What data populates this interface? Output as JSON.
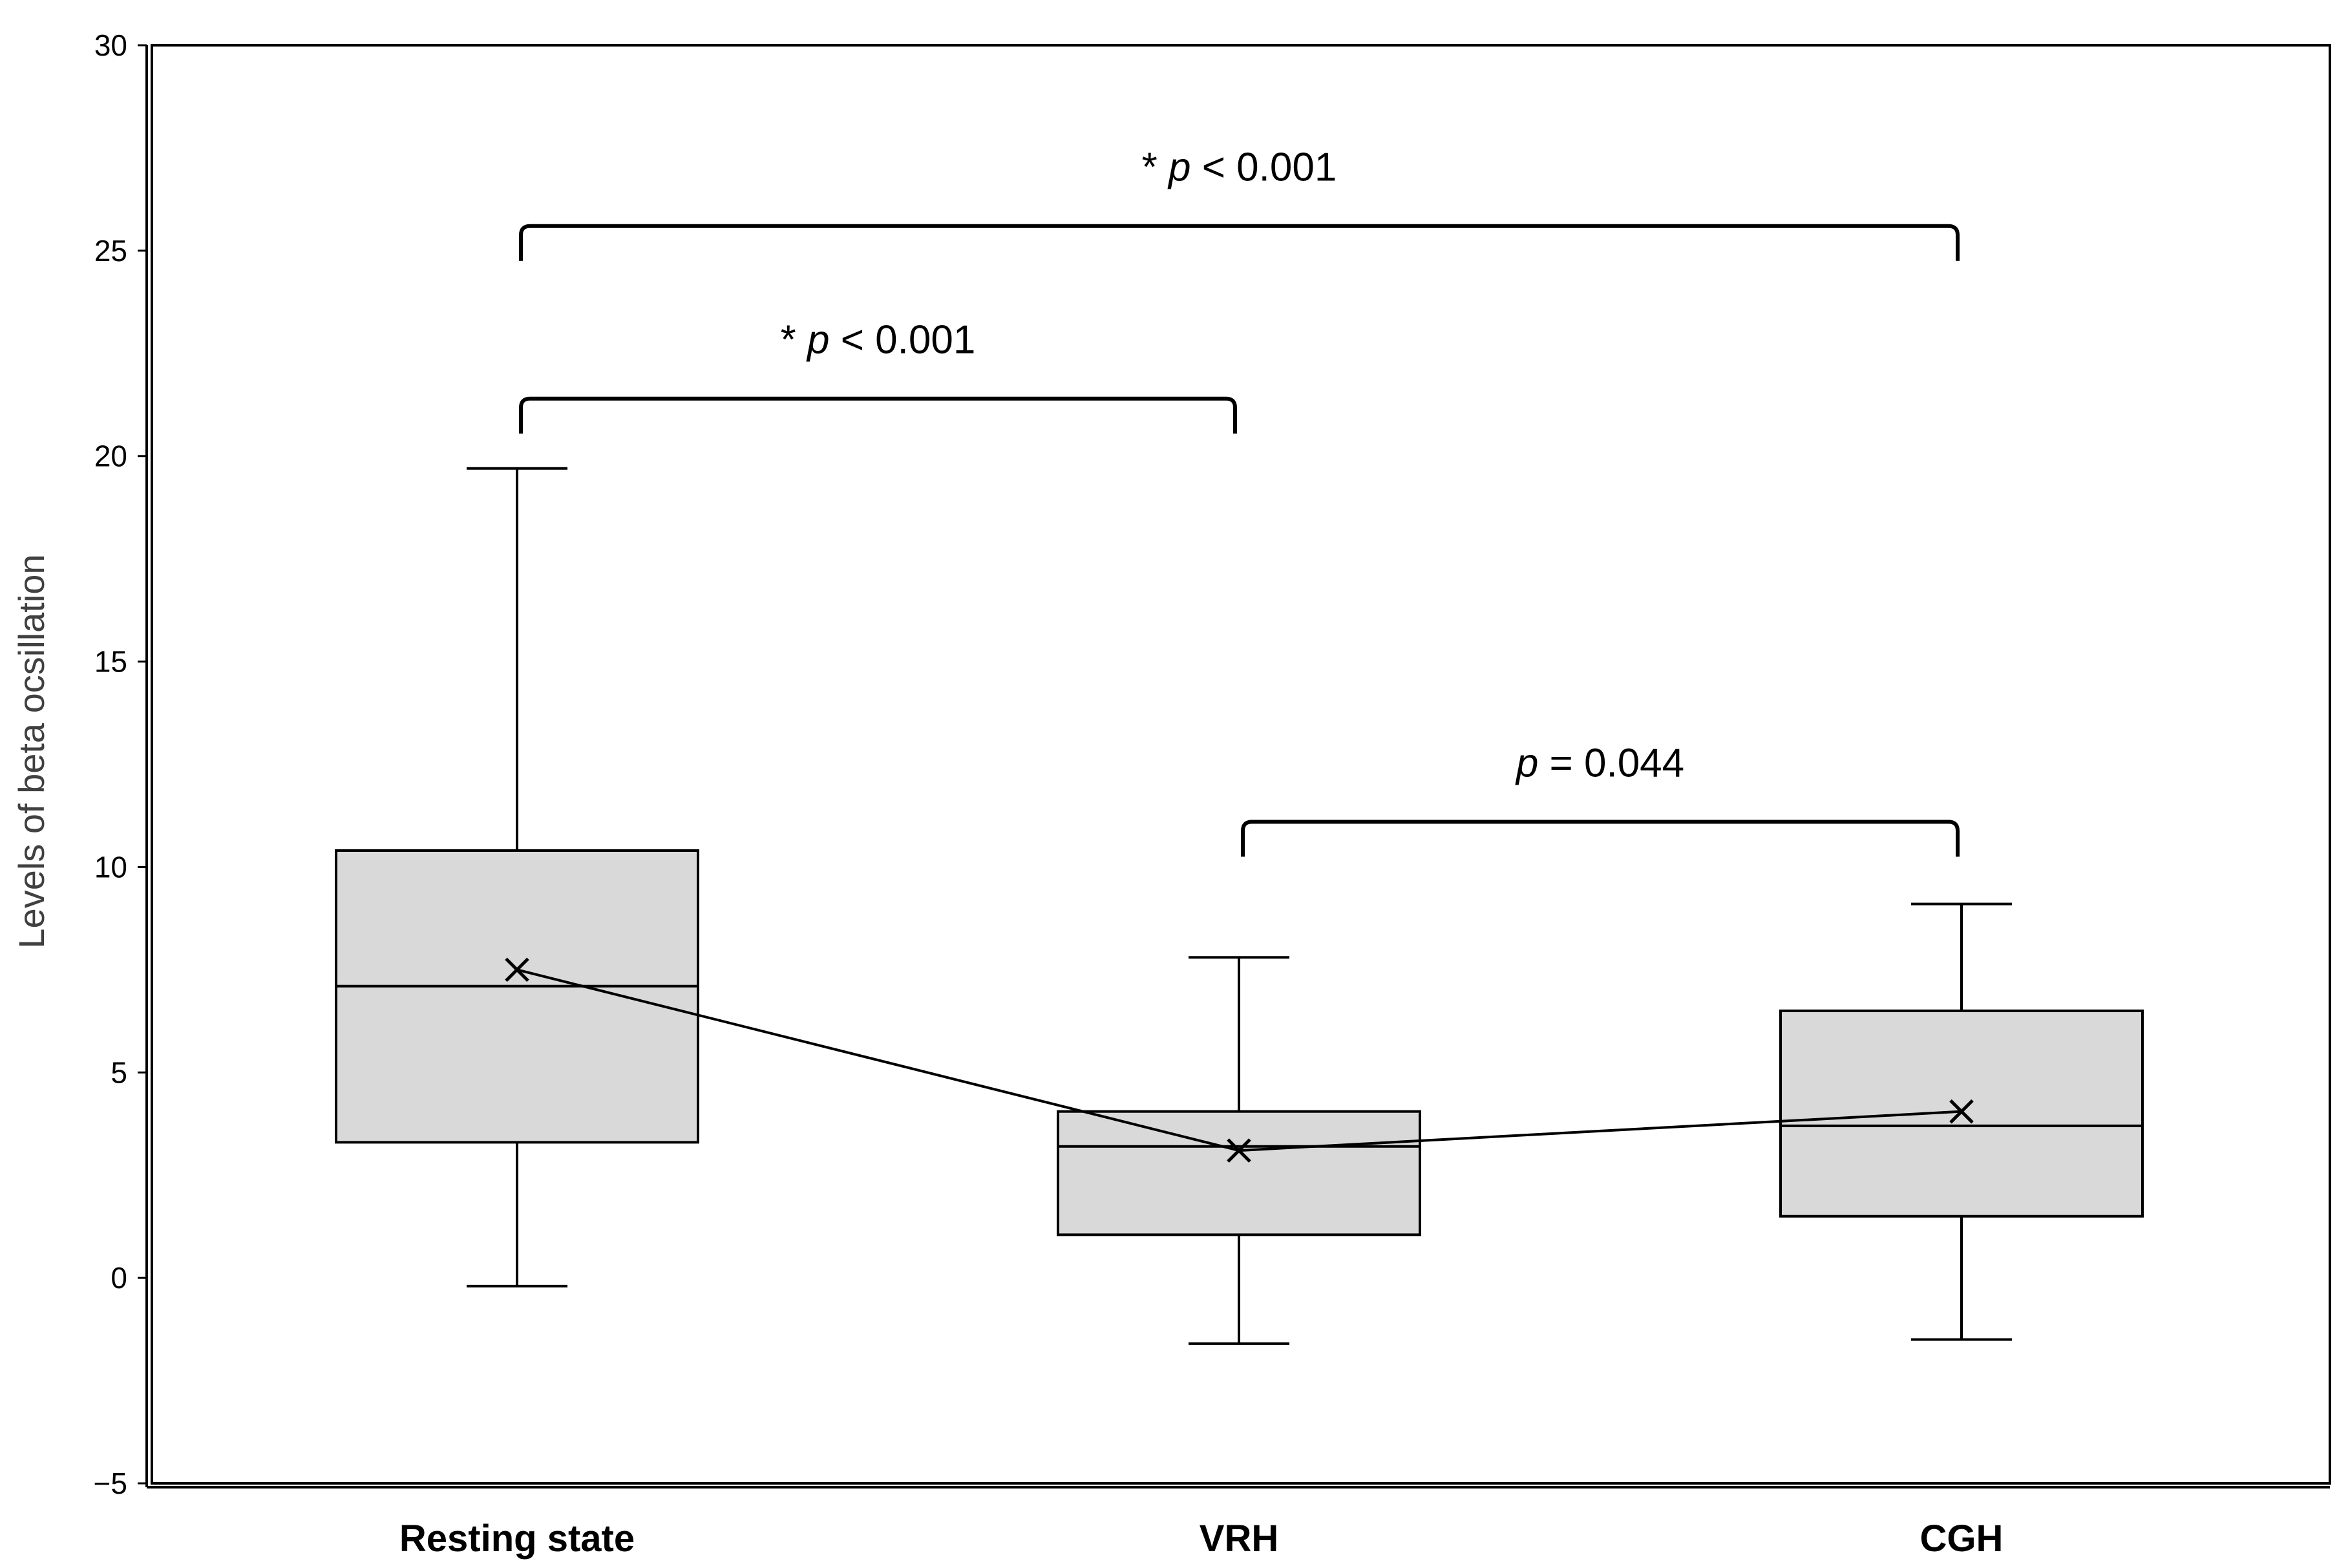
{
  "chart_data": {
    "type": "box",
    "title": "",
    "xlabel": "",
    "ylabel": "Levels of beta ocsillation",
    "ylim": [
      -5,
      30
    ],
    "yticks": [
      -5,
      0,
      5,
      10,
      15,
      20,
      25,
      30
    ],
    "grid": false,
    "categories": [
      "Resting state",
      "VRH",
      "CGH"
    ],
    "boxes": [
      {
        "category": "Resting state",
        "min": -0.2,
        "q1": 3.3,
        "median": 7.1,
        "q3": 10.4,
        "max": 19.7,
        "mean": 7.5
      },
      {
        "category": "VRH",
        "min": -1.6,
        "q1": 1.05,
        "median": 3.2,
        "q3": 4.05,
        "max": 7.8,
        "mean": 3.1
      },
      {
        "category": "CGH",
        "min": -1.5,
        "q1": 1.5,
        "median": 3.7,
        "q3": 6.5,
        "max": 9.1,
        "mean": 4.05
      }
    ],
    "mean_line": true,
    "significance": [
      {
        "from": "Resting state",
        "to": "CGH",
        "y": 25.6,
        "star": "* ",
        "p_symbol": "p",
        "p_text": " < 0.001"
      },
      {
        "from": "Resting state",
        "to": "VRH",
        "y": 21.4,
        "star": "* ",
        "p_symbol": "p",
        "p_text": " < 0.001"
      },
      {
        "from": "VRH",
        "to": "CGH",
        "y": 11.1,
        "star": "",
        "p_symbol": "p",
        "p_text": " = 0.044"
      }
    ],
    "colors": {
      "box_fill": "#d9d9d9",
      "stroke": "#000000",
      "axis_title": "#404040"
    }
  }
}
